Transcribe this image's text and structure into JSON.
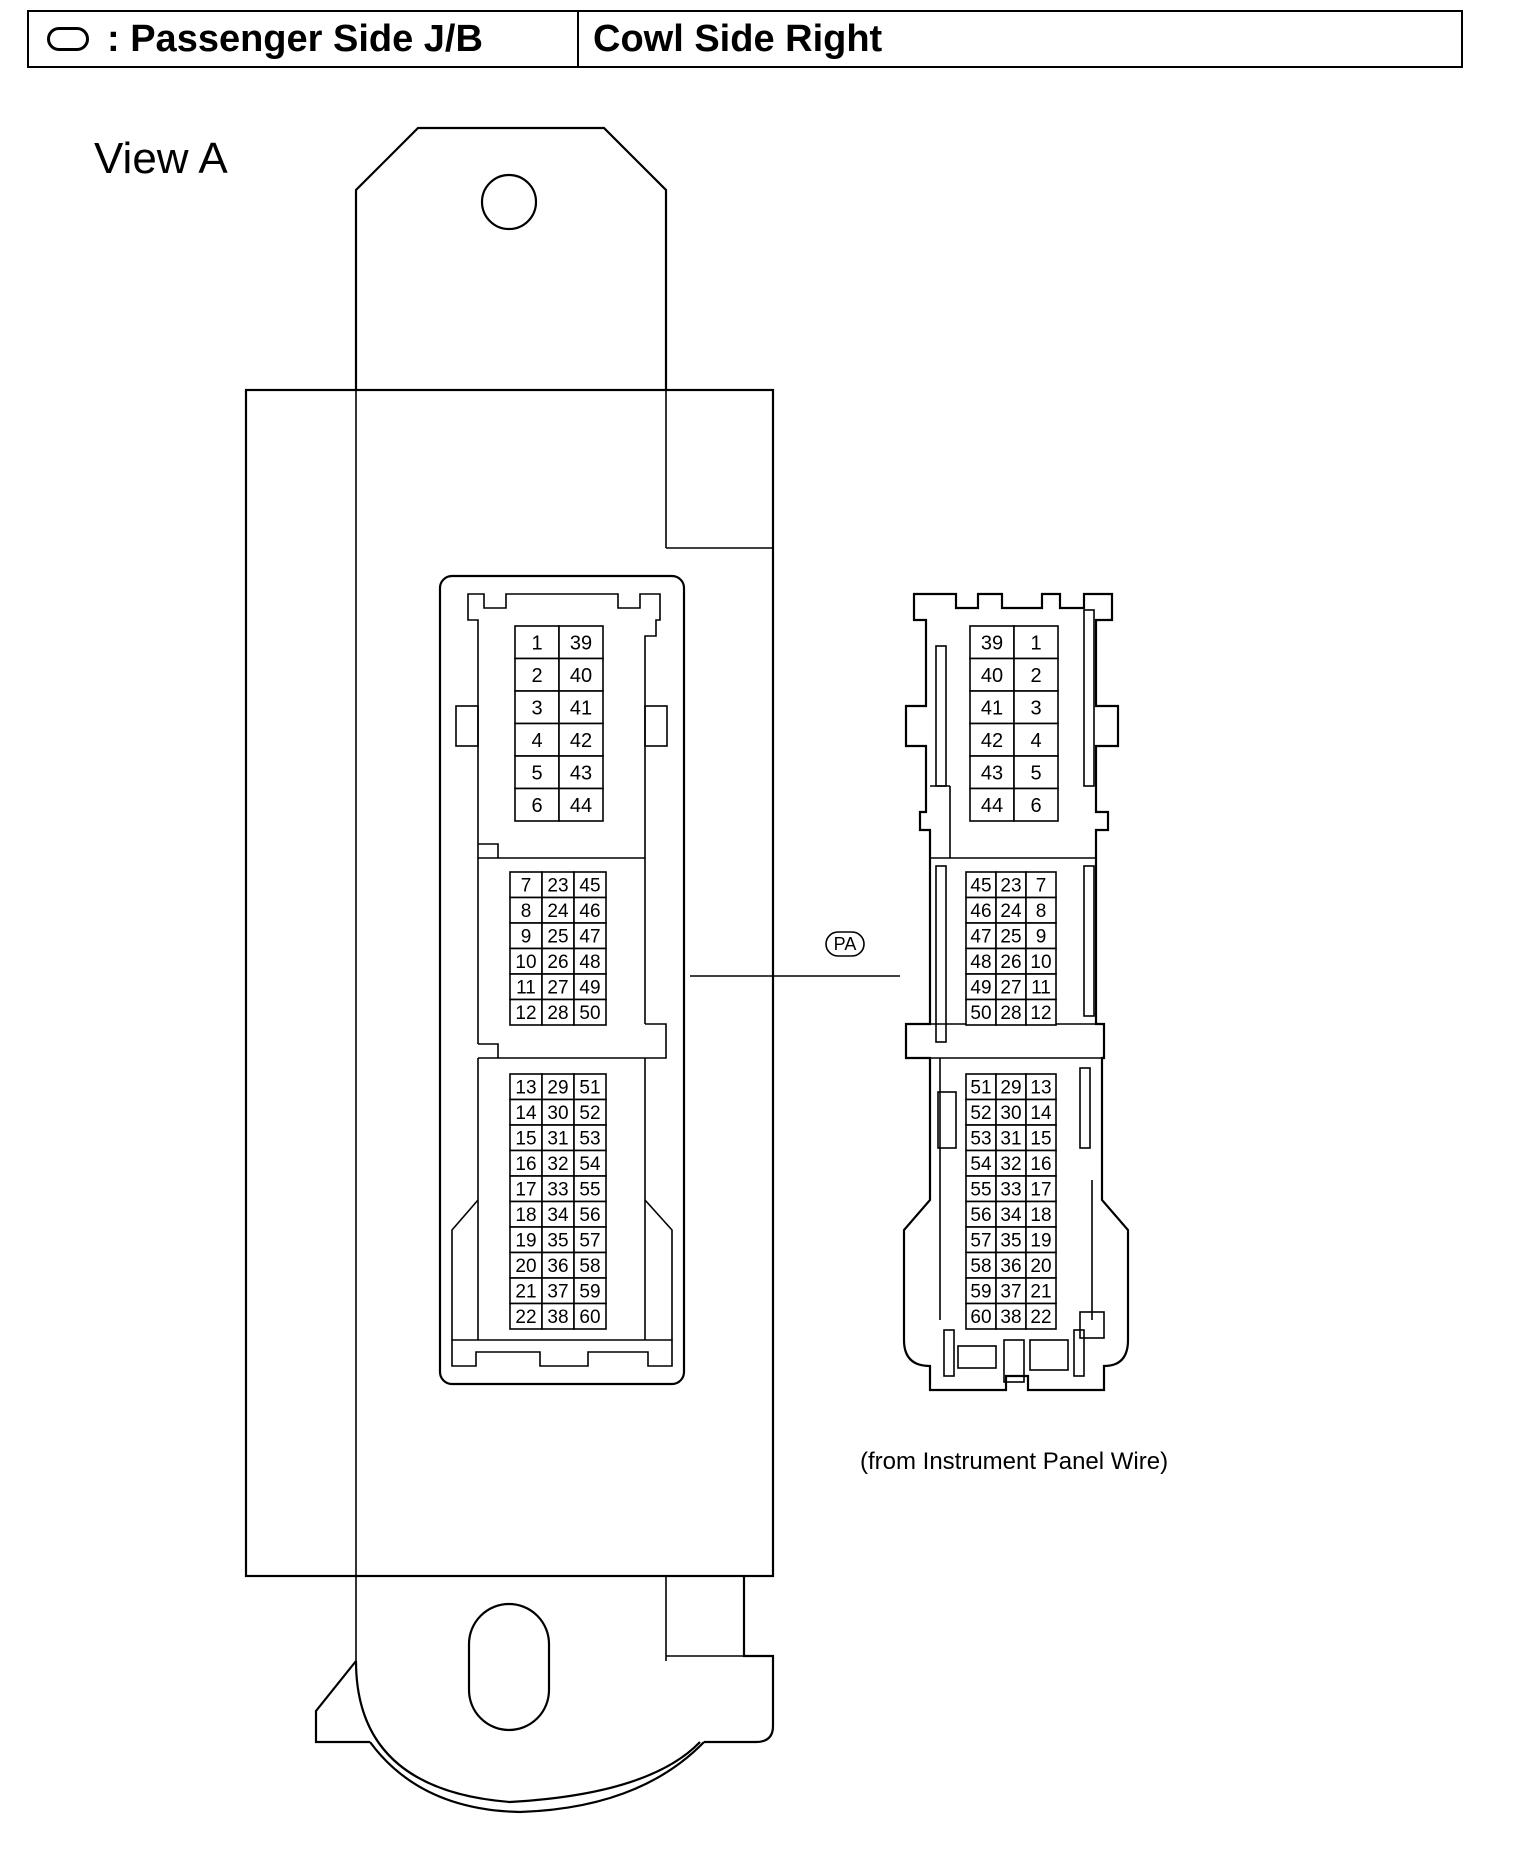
{
  "header": {
    "legend_icon": "oval-outline-icon",
    "legend_text": ": Passenger Side J/B",
    "location_text": "Cowl Side Right"
  },
  "view_label": "View A",
  "callout_label": "PA",
  "connector_caption": "(from Instrument Panel Wire)",
  "left_connector": {
    "blocks": [
      {
        "cols": [
          [
            "1",
            "2",
            "3",
            "4",
            "5",
            "6"
          ],
          [
            "39",
            "40",
            "41",
            "42",
            "43",
            "44"
          ]
        ]
      },
      {
        "cols": [
          [
            "7",
            "8",
            "9",
            "10",
            "11",
            "12"
          ],
          [
            "23",
            "24",
            "25",
            "26",
            "27",
            "28"
          ],
          [
            "45",
            "46",
            "47",
            "48",
            "49",
            "50"
          ]
        ]
      },
      {
        "cols": [
          [
            "13",
            "14",
            "15",
            "16",
            "17",
            "18",
            "19",
            "20",
            "21",
            "22"
          ],
          [
            "29",
            "30",
            "31",
            "32",
            "33",
            "34",
            "35",
            "36",
            "37",
            "38"
          ],
          [
            "51",
            "52",
            "53",
            "54",
            "55",
            "56",
            "57",
            "58",
            "59",
            "60"
          ]
        ]
      }
    ]
  },
  "right_connector": {
    "blocks": [
      {
        "cols": [
          [
            "39",
            "40",
            "41",
            "42",
            "43",
            "44"
          ],
          [
            "1",
            "2",
            "3",
            "4",
            "5",
            "6"
          ]
        ]
      },
      {
        "cols": [
          [
            "45",
            "46",
            "47",
            "48",
            "49",
            "50"
          ],
          [
            "23",
            "24",
            "25",
            "26",
            "27",
            "28"
          ],
          [
            "7",
            "8",
            "9",
            "10",
            "11",
            "12"
          ]
        ]
      },
      {
        "cols": [
          [
            "51",
            "52",
            "53",
            "54",
            "55",
            "56",
            "57",
            "58",
            "59",
            "60"
          ],
          [
            "29",
            "30",
            "31",
            "32",
            "33",
            "34",
            "35",
            "36",
            "37",
            "38"
          ],
          [
            "13",
            "14",
            "15",
            "16",
            "17",
            "18",
            "19",
            "20",
            "21",
            "22"
          ]
        ]
      }
    ]
  }
}
